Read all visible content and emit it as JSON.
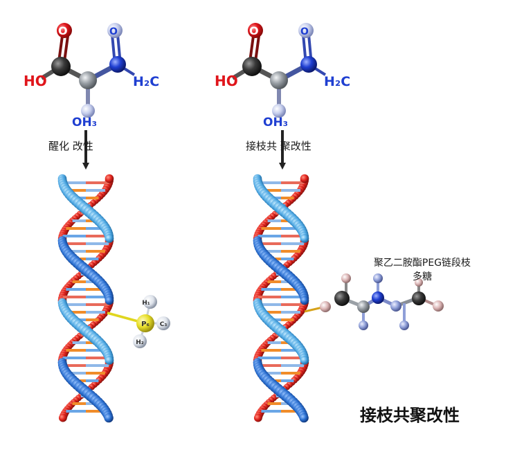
{
  "molecule_labels": {
    "hydroxyl": "HO",
    "carboxyl_o": "O",
    "nitroso_o": "O",
    "methylene": "H₂C",
    "methyl": "OH₃"
  },
  "left_panel": {
    "step_label": "醒化 改性",
    "attached_group": {
      "center": "P₆",
      "top": "H₁",
      "right": "C₃",
      "bottom": "H₂"
    }
  },
  "right_panel": {
    "step_label": "接枝共 聚改性",
    "side_chain_label_line1": "聚乙二胺酯PEG链段枝",
    "side_chain_label_line2": "多糖"
  },
  "caption": "接枝共聚改性",
  "colors": {
    "oxygen": "#e0151b",
    "nitrogen": "#1f3fd1",
    "carbon": "#3a3a3a",
    "central_carbon": "#9aa0a6",
    "hydrogen": "#b9c4e6",
    "strand_red": "#e3261f",
    "strand_blue": "#2a6fd0",
    "strand_light_blue": "#4fa8e3",
    "phosphate_yellow": "#e8df2a"
  }
}
